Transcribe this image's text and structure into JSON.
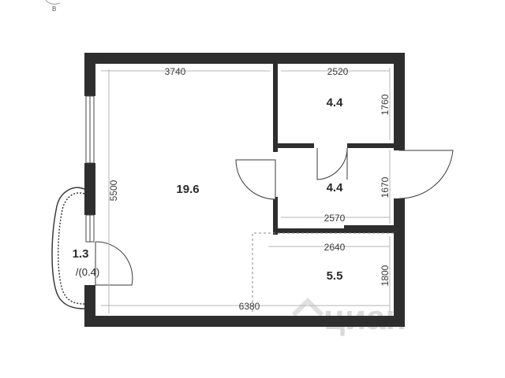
{
  "plan": {
    "rooms": [
      {
        "id": "main",
        "area": "19.6"
      },
      {
        "id": "bath",
        "area": "4.4"
      },
      {
        "id": "hall",
        "area": "4.4"
      },
      {
        "id": "kitchen",
        "area": "5.5"
      },
      {
        "id": "balcony",
        "area": "1.3",
        "sub": "/(0.4)"
      }
    ],
    "dimensions": {
      "top_left": "3740",
      "top_right": "2520",
      "bath_height": "1760",
      "main_height": "5500",
      "hall_height": "1670",
      "hall_width": "2570",
      "kitchen_width": "2640",
      "kitchen_height": "1800",
      "bottom": "6380"
    },
    "compass_letter": "В",
    "watermark": "циан"
  }
}
